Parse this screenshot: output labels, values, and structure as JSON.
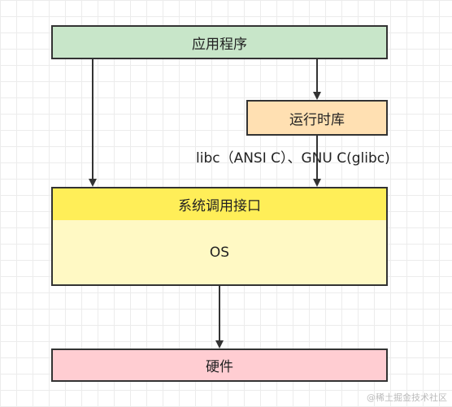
{
  "nodes": {
    "app": "应用程序",
    "runtime": "运行时库",
    "syscall": "系统调用接口",
    "os": "OS",
    "hardware": "硬件"
  },
  "labels": {
    "libc": "libc（ANSI C）、GNU C(glibc)"
  },
  "watermark": "@稀土掘金技术社区",
  "colors": {
    "app": "#c8e6c9",
    "runtime": "#ffe0b2",
    "syscall": "#ffee58",
    "os": "#fff9c4",
    "hardware": "#ffcdd2",
    "stroke": "#333333"
  }
}
